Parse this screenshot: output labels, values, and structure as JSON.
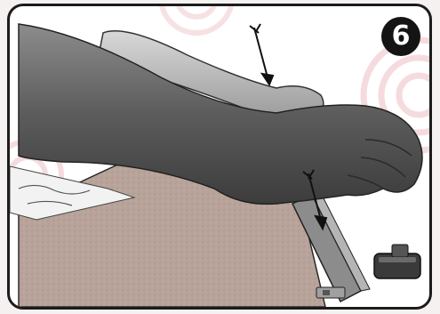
{
  "step": {
    "number": "6"
  },
  "illustration": {
    "subject": "two-hands-pressing-profile-onto-board",
    "arrow_direction": "down",
    "accent_swirl_color": "#e9b8be",
    "arm_color": "#6e6e6e",
    "board_color": "#b49f94",
    "profile_color": "#8a8a8a",
    "end_cap_color": "#3a3a3a"
  }
}
